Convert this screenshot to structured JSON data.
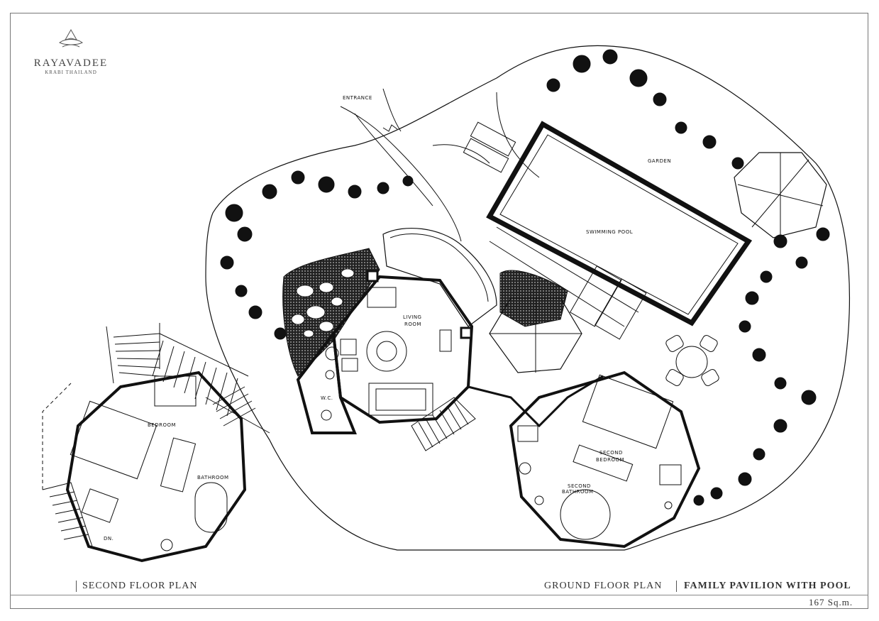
{
  "brand": {
    "name": "RAYAVADEE",
    "location": "KRABI THAILAND"
  },
  "labels": {
    "entrance": "ENTRANCE",
    "garden": "GARDEN",
    "swimming_pool": "SWIMMING POOL",
    "living_room_1": "LIVING",
    "living_room_2": "ROOM",
    "wc": "W.C.",
    "bedroom": "BEDROOM",
    "bathroom": "BATHROOM",
    "second_bedroom_1": "SECOND",
    "second_bedroom_2": "BEDROOM",
    "second_bathroom_1": "SECOND",
    "second_bathroom_2": "BATHROOM",
    "dn": "DN."
  },
  "footer": {
    "second_floor": "SECOND FLOOR PLAN",
    "ground_floor": "GROUND FLOOR PLAN",
    "title": "FAMILY PAVILION WITH POOL",
    "area": "167 Sq.m."
  },
  "colors": {
    "line": "#111111",
    "hatch": "#1a1a1a",
    "frame": "#777777"
  }
}
